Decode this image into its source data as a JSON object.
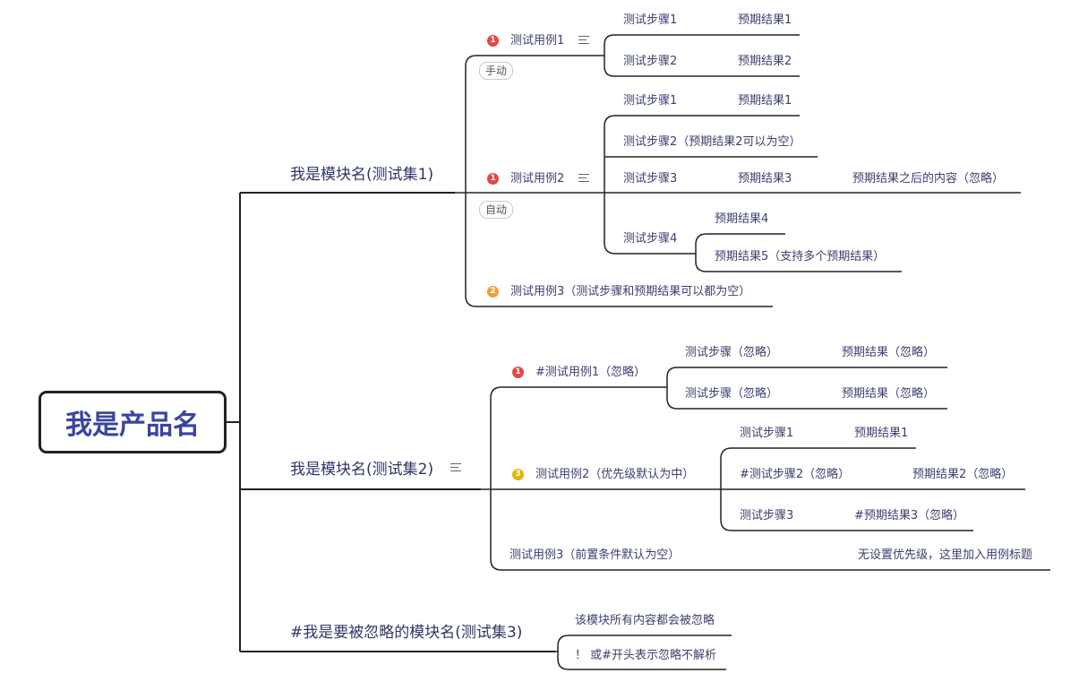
{
  "root": "我是产品名",
  "modules": {
    "m1": "我是模块名(测试集1)",
    "m2": "我是模块名(测试集2)",
    "m3": "#我是要被忽略的模块名(测试集3)"
  },
  "m1": {
    "case1": {
      "title": "测试用例1",
      "priority": "1",
      "tag": "手动",
      "steps": [
        {
          "step": "测试步骤1",
          "result": "预期结果1"
        },
        {
          "step": "测试步骤2",
          "result": "预期结果2"
        }
      ]
    },
    "case2": {
      "title": "测试用例2",
      "priority": "1",
      "tag": "自动",
      "s1": "测试步骤1",
      "r1": "预期结果1",
      "s2": "测试步骤2（预期结果2可以为空）",
      "s3": "测试步骤3",
      "r3": "预期结果3",
      "extra3": "预期结果之后的内容（忽略）",
      "s4": "测试步骤4",
      "r4a": "预期结果4",
      "r4b": "预期结果5（支持多个预期结果）"
    },
    "case3": {
      "title": "测试用例3（测试步骤和预期结果可以都为空）",
      "priority": "2"
    }
  },
  "m2": {
    "case1": {
      "title": "#测试用例1（忽略）",
      "priority": "1",
      "steps": [
        {
          "step": "测试步骤（忽略）",
          "result": "预期结果（忽略）"
        },
        {
          "step": "测试步骤（忽略）",
          "result": "预期结果（忽略）"
        }
      ]
    },
    "case2": {
      "title": "测试用例2（优先级默认为中）",
      "priority": "3",
      "steps": [
        {
          "step": "测试步骤1",
          "result": "预期结果1"
        },
        {
          "step": "#测试步骤2（忽略）",
          "result": "预期结果2（忽略）"
        },
        {
          "step": "测试步骤3",
          "result": "#预期结果3（忽略）"
        }
      ]
    },
    "case3": {
      "title": "测试用例3（前置条件默认为空）",
      "child": "无设置优先级，这里加入用例标题"
    }
  },
  "m3": {
    "n1": "该模块所有内容都会被忽略",
    "n2": "！ 或#开头表示忽略不解析"
  },
  "colors": {
    "p1": "#e84646",
    "p2": "#f0a040",
    "p3": "#e0b800",
    "line": "#222222",
    "text": "#3b3f6e"
  }
}
